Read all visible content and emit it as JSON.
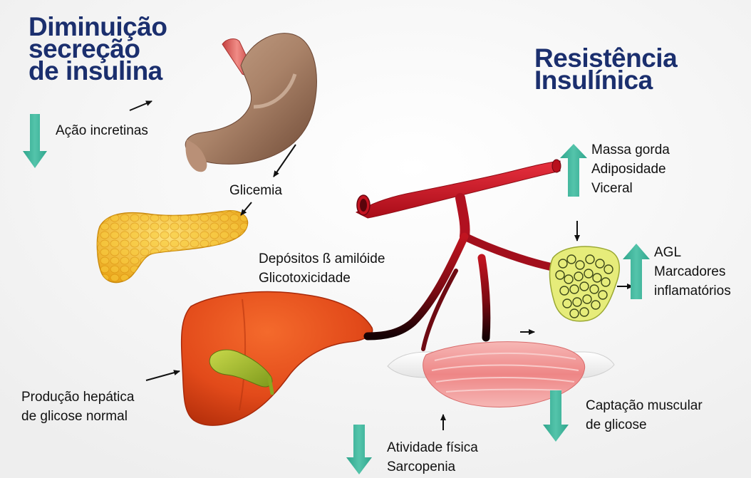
{
  "titles": {
    "left": [
      "Diminuição",
      "secreção",
      "de insulina"
    ],
    "right": [
      "Resistência",
      "Insulínica"
    ]
  },
  "labels": {
    "incretins": "Ação incretinas",
    "glycemia": "Glicemia",
    "deposits": [
      "Depósitos ß amilóide",
      "Glicotoxicidade"
    ],
    "hepatic": [
      "Produção hepática",
      "de glicose normal"
    ],
    "fat_mass": [
      "Massa gorda",
      "Adiposidade",
      "Viceral"
    ],
    "agl": [
      "AGL",
      "Marcadores",
      "inflamatórios"
    ],
    "muscle": [
      "Captação muscular",
      "de glicose"
    ],
    "activity": [
      "Atividade física",
      "Sarcopenia"
    ]
  },
  "colors": {
    "title": "#1b2f6e",
    "indicator_arrow": "#3bb39a",
    "vessel": "#d8182a",
    "liver": "#e24a1a",
    "pancreas": "#f2b81e",
    "stomach": "#a98268",
    "muscle": "#ef8c8c",
    "adipose": "#e6ec7a"
  }
}
